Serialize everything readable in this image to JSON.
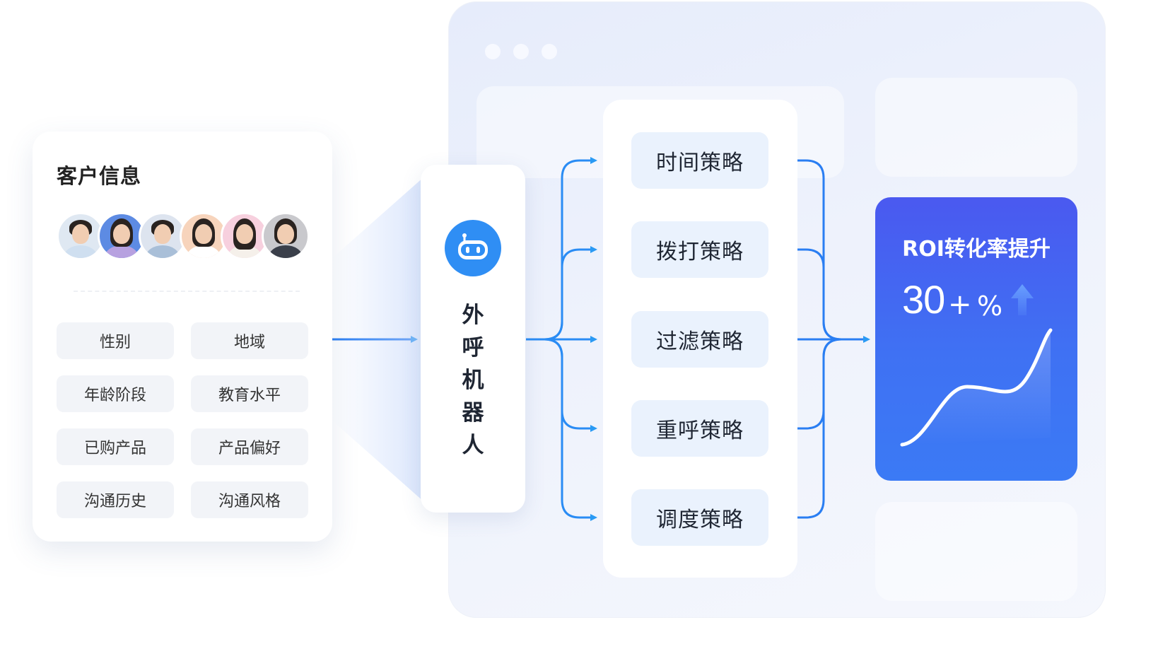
{
  "customer_card": {
    "title": "客户信息",
    "avatar_count": 6,
    "tags": [
      "性别",
      "地域",
      "年龄阶段",
      "教育水平",
      "已购产品",
      "产品偏好",
      "沟通历史",
      "沟通风格"
    ]
  },
  "robot": {
    "icon": "robot-icon",
    "label": "外\n呼\n机\n器\n人"
  },
  "strategies": [
    "时间策略",
    "拨打策略",
    "过滤策略",
    "重呼策略",
    "调度策略"
  ],
  "roi": {
    "title": "ROI转化率提升",
    "value": "30",
    "plus": "+",
    "percent": "%",
    "icon": "arrow-up-icon"
  },
  "colors": {
    "accent": "#2f8ef4",
    "flow_line": "#2a7ef2",
    "roi_gradient_top": "#4a59f0",
    "roi_gradient_bottom": "#3b7af5",
    "strategy_bg": "#eaf2fd",
    "tag_bg": "#f2f4f8"
  }
}
